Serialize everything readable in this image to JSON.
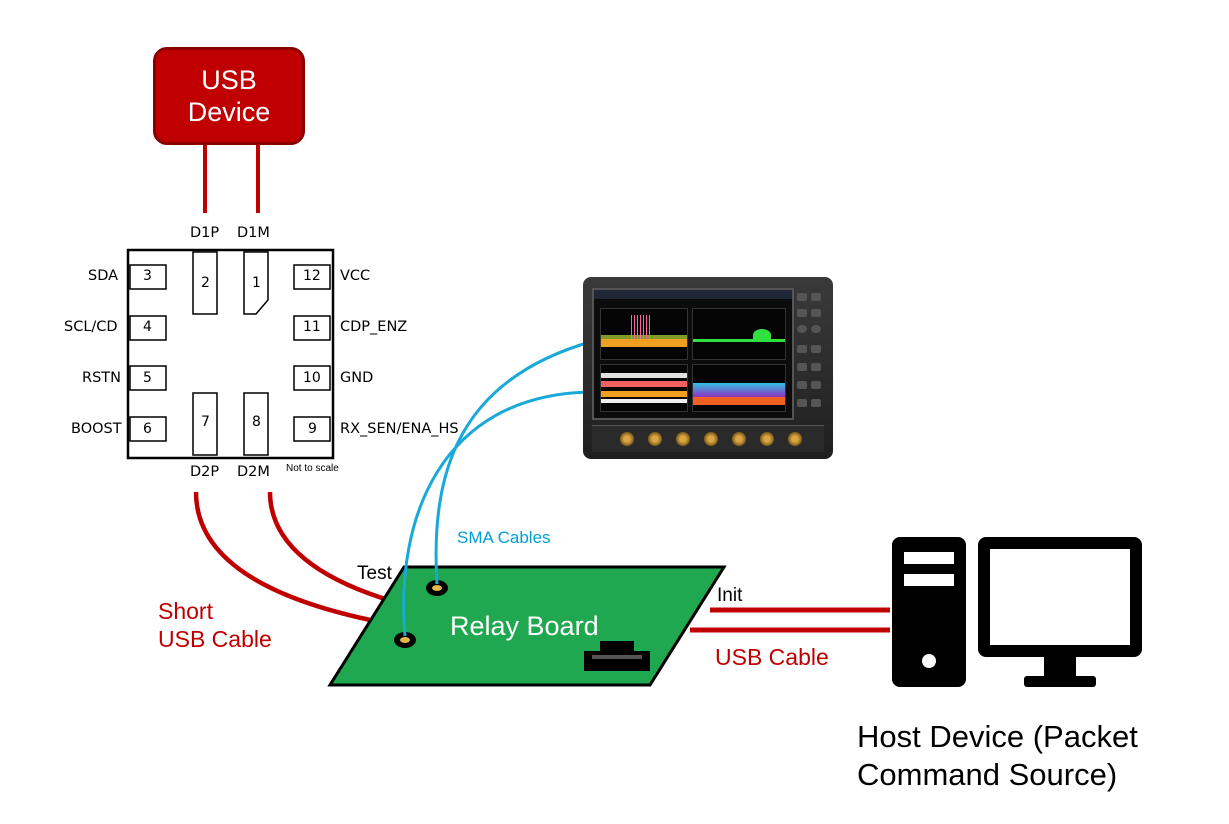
{
  "usb_device": {
    "line1": "USB",
    "line2": "Device"
  },
  "chip": {
    "top_pins": {
      "d1p": "D1P",
      "d1m": "D1M"
    },
    "bottom_pins": {
      "d2p": "D2P",
      "d2m": "D2M"
    },
    "pins": [
      {
        "num": "3",
        "label": "SDA"
      },
      {
        "num": "4",
        "label": "SCL/CD"
      },
      {
        "num": "5",
        "label": "RSTN"
      },
      {
        "num": "6",
        "label": "BOOST"
      },
      {
        "num": "2"
      },
      {
        "num": "1"
      },
      {
        "num": "7"
      },
      {
        "num": "8"
      },
      {
        "num": "12",
        "label": "VCC"
      },
      {
        "num": "11",
        "label": "CDP_ENZ"
      },
      {
        "num": "10",
        "label": "GND"
      },
      {
        "num": "9",
        "label": "RX_SEN/ENA_HS"
      }
    ],
    "note": "Not to scale"
  },
  "labels": {
    "short_cable_line1": "Short",
    "short_cable_line2": "USB Cable",
    "sma_cables": "SMA Cables",
    "test": "Test",
    "init": "Init",
    "relay_board": "Relay Board",
    "usb_cable": "USB Cable",
    "host_line1": "Host Device (Packet",
    "host_line2": "Command Source)"
  },
  "colors": {
    "red": "#c00000",
    "cable_blue": "#19a9d9",
    "board_green": "#1fa84f",
    "black": "#000000"
  },
  "icons": [
    "oscilloscope-icon",
    "desktop-computer-icon",
    "usb-connector-icon"
  ]
}
